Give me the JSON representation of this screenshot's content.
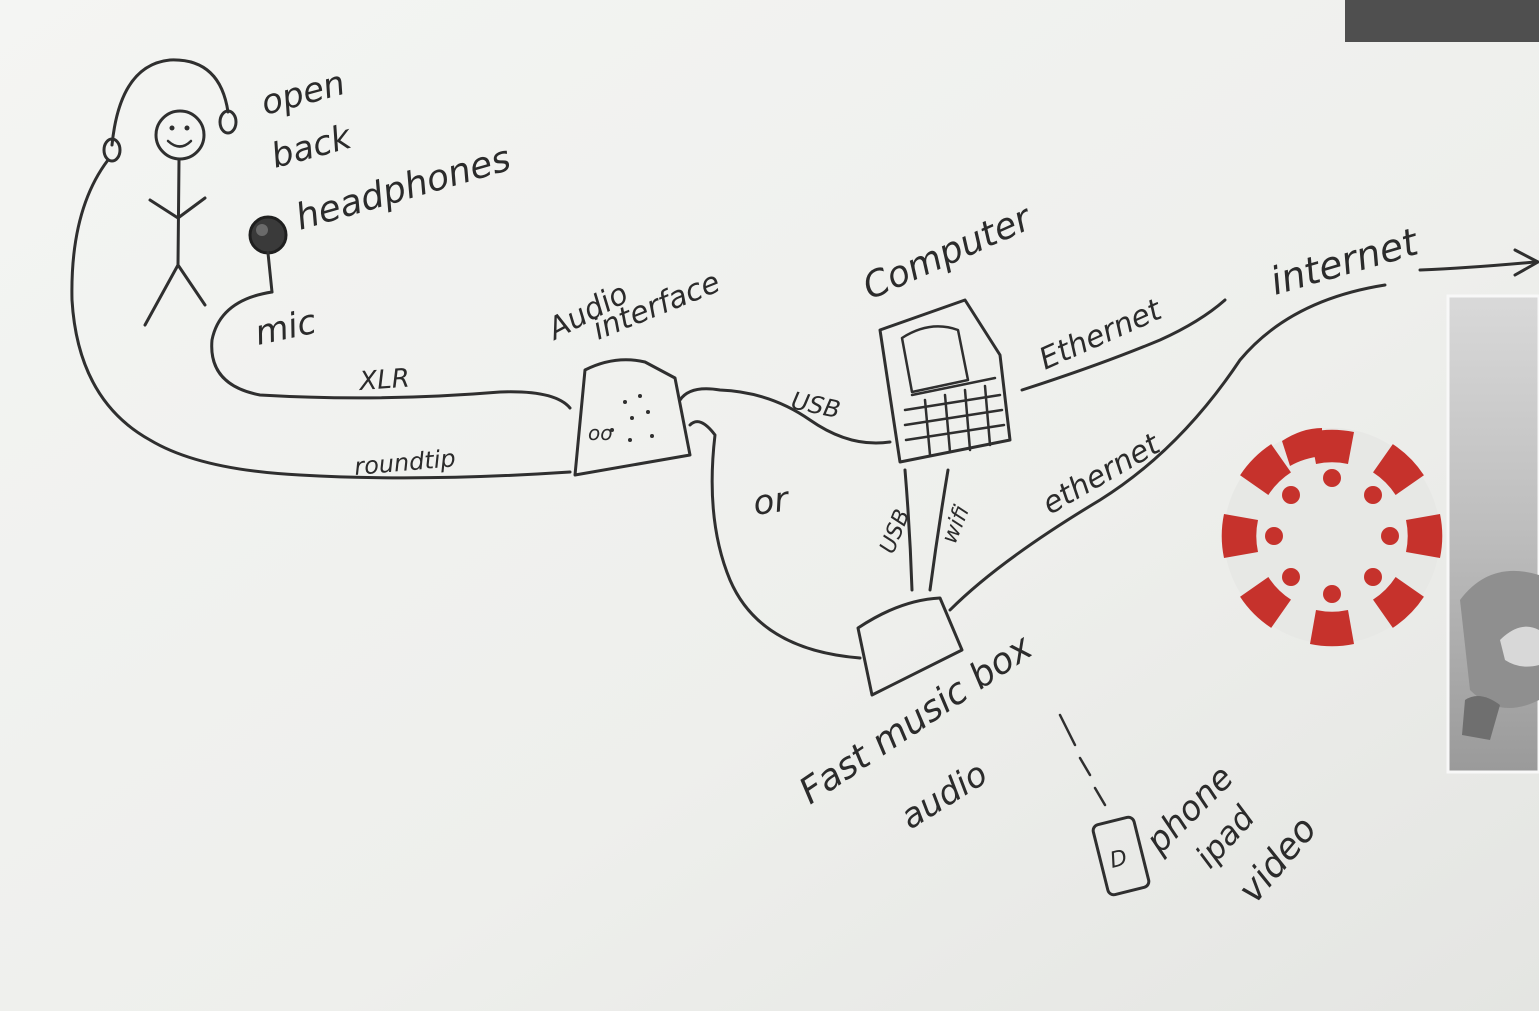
{
  "labels": {
    "headphones_1": "open",
    "headphones_2": "back",
    "headphones_3": "headphones",
    "mic": "mic",
    "xlr": "XLR",
    "roundtip": "roundtip",
    "audio_interface_1": "Audio",
    "audio_interface_2": "interface",
    "or": "or",
    "usb_top": "USB",
    "computer": "Computer",
    "ethernet_top": "Ethernet",
    "internet": "internet",
    "ethernet_lower": "ethernet",
    "usb_lower": "USB",
    "wifi": "wifi",
    "fast_music_box": "Fast music box",
    "audio": "audio",
    "device_glyph": "D",
    "phone": "phone",
    "ipad": "ipad",
    "video": "video"
  },
  "colors": {
    "paper": "#f1f2f0",
    "ink": "#2f2f2f",
    "logo_red": "#c6322c"
  },
  "icons": {
    "logo": "canvas-lms-logo"
  }
}
